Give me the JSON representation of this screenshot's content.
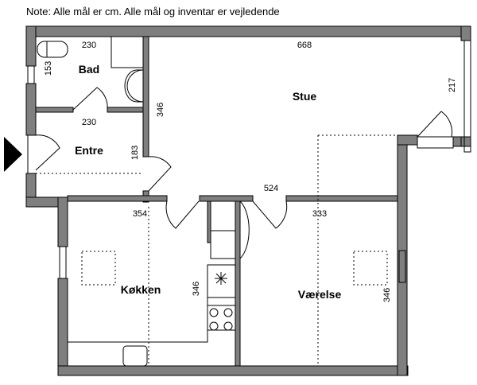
{
  "note": "Note: Alle mål er cm. Alle mål og inventar er vejledende",
  "rooms": {
    "bad": "Bad",
    "entre": "Entre",
    "stue": "Stue",
    "kokken": "Køkken",
    "vaerelse": "Værelse"
  },
  "dimensions": {
    "bad_width": "230",
    "bad_depth": "153",
    "entre_width": "230",
    "entre_depth": "183",
    "stue_width": "668",
    "stue_depth_left": "346",
    "stue_depth_right": "217",
    "stue_inner_width": "524",
    "kokken_width": "354",
    "kokken_depth": "346",
    "vaerelse_width": "333",
    "vaerelse_depth": "346"
  },
  "colors": {
    "wall": "#7f7f7f",
    "line": "#000000"
  }
}
